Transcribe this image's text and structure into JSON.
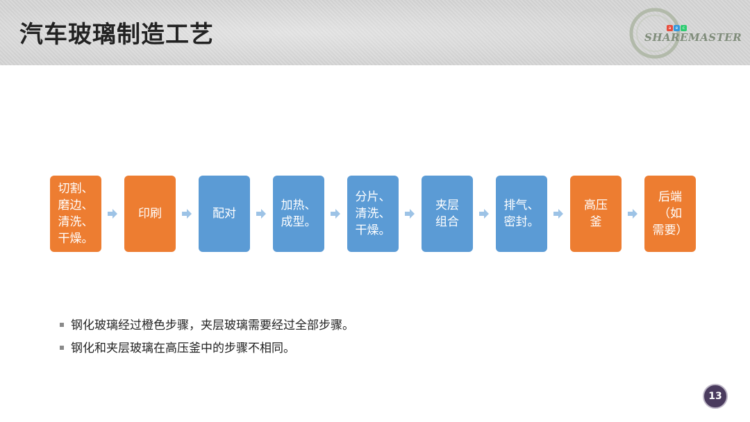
{
  "slide": {
    "title": "汽车玻璃制造工艺",
    "page_number": "13"
  },
  "logo": {
    "text": "SHAREMASTER",
    "icon": "sharemaster-logo"
  },
  "colors": {
    "orange": "#ed7d31",
    "blue": "#5b9bd5",
    "arrow": "#9dc3e6"
  },
  "flow": {
    "steps": [
      {
        "label": "切割、\n磨边、\n清洗、\n干燥。",
        "color": "orange"
      },
      {
        "label": "印刷",
        "color": "orange"
      },
      {
        "label": "配对",
        "color": "blue"
      },
      {
        "label": "加热、\n成型。",
        "color": "blue"
      },
      {
        "label": "分片、\n清洗、\n干燥。",
        "color": "blue"
      },
      {
        "label": "夹层\n组合",
        "color": "blue"
      },
      {
        "label": "排气、\n密封。",
        "color": "blue"
      },
      {
        "label": "高压\n釜",
        "color": "orange"
      },
      {
        "label": "后端\n（如\n需要）",
        "color": "orange"
      }
    ]
  },
  "bullets": [
    "钢化玻璃经过橙色步骤，夹层玻璃需要经过全部步骤。",
    "钢化和夹层玻璃在高压釜中的步骤不相同。"
  ]
}
